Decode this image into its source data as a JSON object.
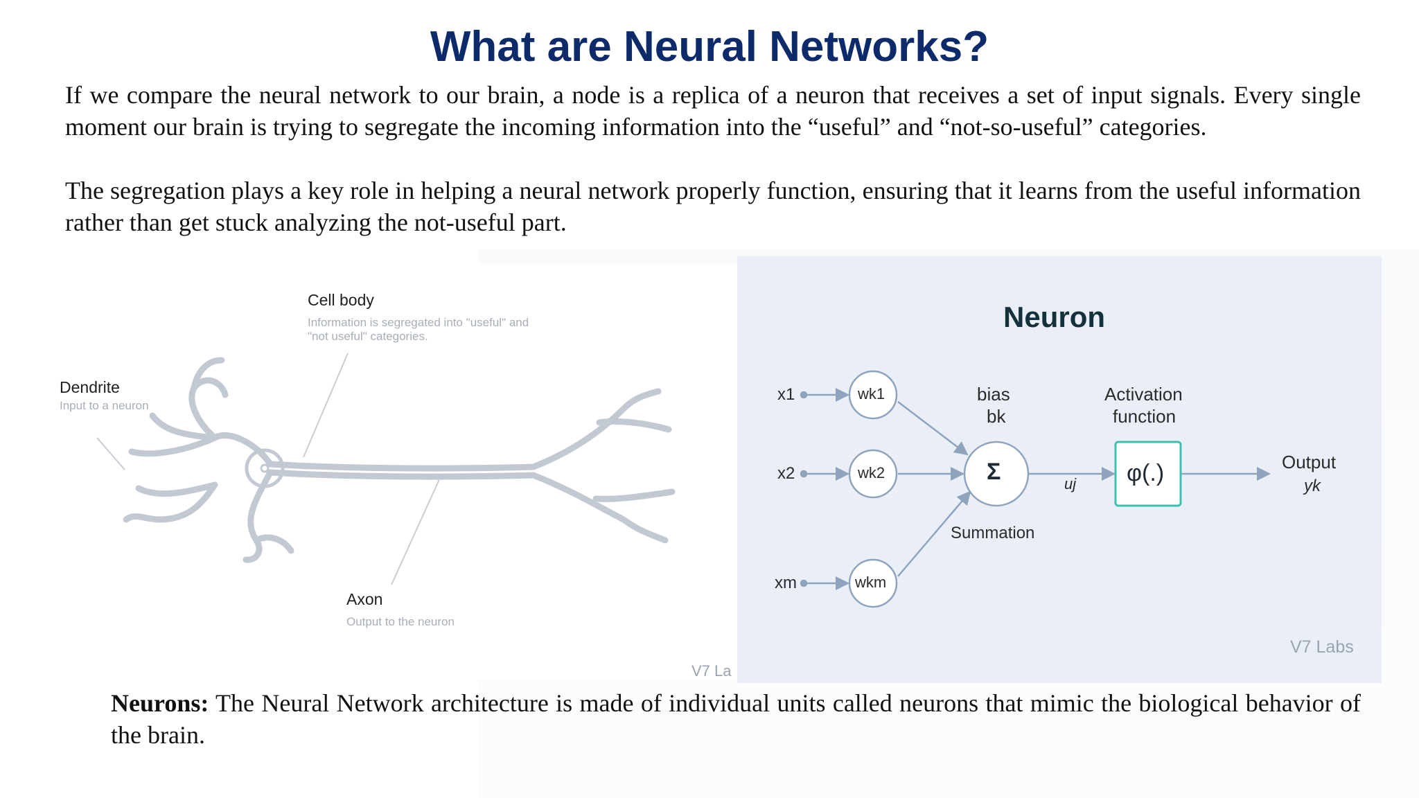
{
  "title": "What are Neural Networks?",
  "paragraphs": {
    "p1": "If we compare the neural network to our brain, a node is a replica of a neuron that receives a set of input signals. Every single moment our brain is trying to segregate the incoming information into the “useful” and “not-so-useful” categories.",
    "p2": "The segregation plays a key role in helping a neural network properly function, ensuring that it learns from the useful information rather than get stuck analyzing the not-useful part.",
    "p3_label": "Neurons:",
    "p3_text": " The Neural Network architecture is made of individual units called neurons that mimic the biological behavior of the brain."
  },
  "bio_diagram": {
    "cell_body": {
      "title": "Cell body",
      "desc_line1": "Information is segregated into \"useful\" and",
      "desc_line2": "\"not useful\" categories."
    },
    "dendrite": {
      "title": "Dendrite",
      "desc": "Input to a neuron"
    },
    "axon": {
      "title": "Axon",
      "desc": "Output to the neuron"
    },
    "watermark": "V7 La"
  },
  "neuron_diagram": {
    "title": "Neuron",
    "inputs": [
      "x1",
      "x2",
      "xm"
    ],
    "weights": [
      "wk1",
      "wk2",
      "wkm"
    ],
    "bias_label": "bias",
    "bias_symbol": "bk",
    "summation_symbol": "Σ",
    "summation_label": "Summation",
    "uj_label": "uj",
    "activation_label_line1": "Activation",
    "activation_label_line2": "function",
    "activation_symbol": "φ(.)",
    "output_label": "Output",
    "output_symbol": "yk",
    "watermark": "V7 Labs"
  },
  "colors": {
    "title": "#0d2a6b",
    "neuron_bg": "#eaeff7",
    "activation_border": "#3dbfb0",
    "line": "#8ea3bc"
  }
}
